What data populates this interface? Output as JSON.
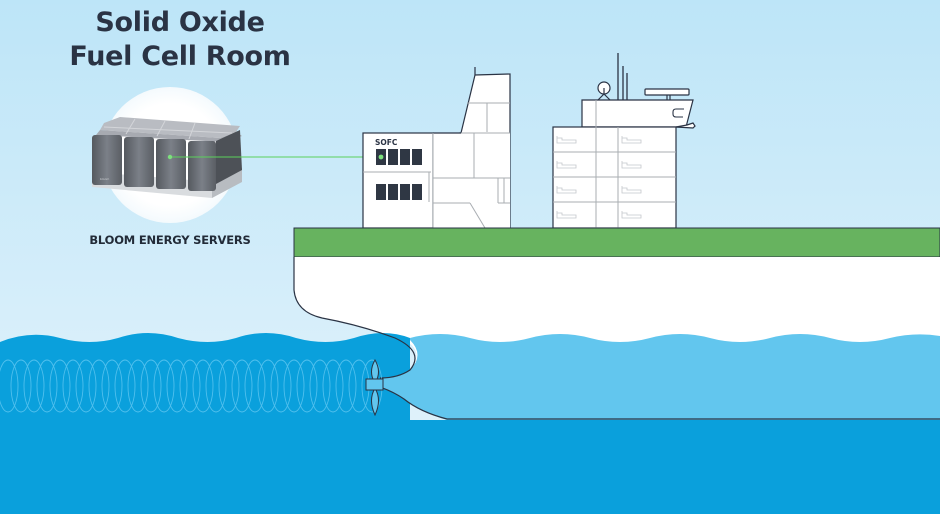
{
  "title": {
    "line1": "Solid Oxide",
    "line2": "Fuel Cell Room"
  },
  "servers_caption": "BLOOM ENERGY SERVERS",
  "sofc_label": "SOFC",
  "colors": {
    "sky_top": "#bfe6f8",
    "sky_bottom": "#e4f3fb",
    "deck_green": "#67b35f",
    "hull_white": "#ffffff",
    "sea_deep": "#0aa0dc",
    "sea_light": "#62c6ee",
    "outline": "#2a3344",
    "server_gray": "#6c7079",
    "connector_green": "#5bd15b",
    "title_text": "#2a3344"
  }
}
